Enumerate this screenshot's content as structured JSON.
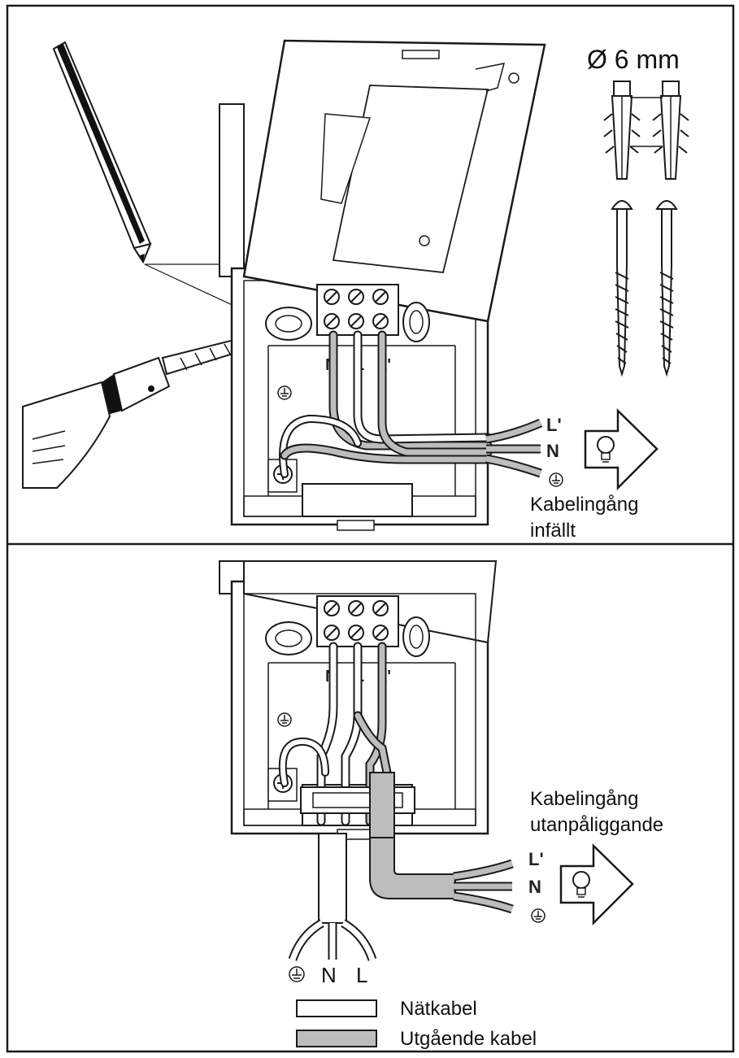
{
  "top_panel": {
    "diameter_label": "Ø 6 mm",
    "terminal_labels": [
      "N",
      "L",
      "L'"
    ],
    "out_labels": [
      "L'",
      "N"
    ],
    "entry_label_line1": "Kabelingång",
    "entry_label_line2": "infällt"
  },
  "bottom_panel": {
    "terminal_labels": [
      "N",
      "L",
      "L'"
    ],
    "out_labels": [
      "L'",
      "N"
    ],
    "mains_labels": [
      "N",
      "L"
    ],
    "entry_label_line1": "Kabelingång",
    "entry_label_line2": "utanpåliggande"
  },
  "legend": {
    "items": [
      {
        "label": "Nätkabel",
        "color": "#ffffff"
      },
      {
        "label": "Utgående kabel",
        "color": "#bdbdbd"
      }
    ]
  },
  "colors": {
    "outgoing_cable": "#bdbdbd",
    "line": "#1a1a1a"
  },
  "icons": [
    "pencil-icon",
    "drill-icon",
    "wall-plug-icon",
    "screw-icon",
    "earth-symbol-icon",
    "lamp-arrow-icon",
    "terminal-block-icon"
  ]
}
